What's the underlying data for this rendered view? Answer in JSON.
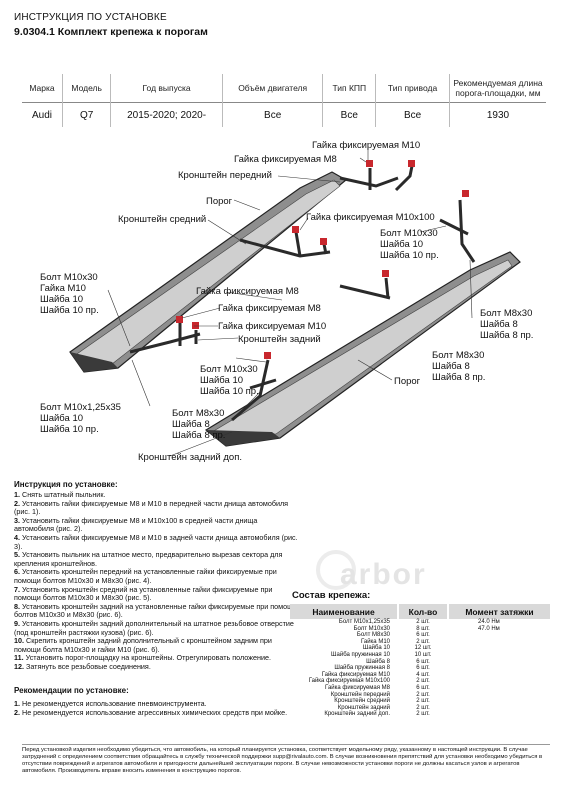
{
  "header": {
    "title": "ИНСТРУКЦИЯ ПО УСТАНОВКЕ",
    "subtitle": "9.0304.1 Комплект крепежа к порогам"
  },
  "spec_table": {
    "headers": [
      "Марка",
      "Модель",
      "Год выпуска",
      "Объём двигателя",
      "Тип КПП",
      "Тип привода",
      "Рекомендуемая длина порога-площадки, мм"
    ],
    "row": [
      "Audi",
      "Q7",
      "2015-2020; 2020-",
      "Все",
      "Все",
      "Все",
      "1930"
    ]
  },
  "diagram_labels": {
    "nut_m10_top": "Гайка фиксируемая М10",
    "nut_m8_top": "Гайка фиксируемая М8",
    "bracket_front": "Кронштейн передний",
    "sill_top": "Порог",
    "bracket_middle": "Кронштейн средний",
    "nut_m10x100": "Гайка фиксируемая М10х100",
    "bolt_m10x30_right_1": "Болт М10х30",
    "bolt_m10x30_right_2": "Шайба 10",
    "bolt_m10x30_right_3": "Шайба 10 пр.",
    "bolt_left_1": "Болт М10х30",
    "bolt_left_2": "Гайка М10",
    "bolt_left_3": "Шайба 10",
    "bolt_left_4": "Шайба 10 пр.",
    "nut_m8_mid1": "Гайка фиксируемая М8",
    "nut_m8_mid2": "Гайка фиксируемая М8",
    "nut_m10_mid": "Гайка фиксируемая М10",
    "bracket_rear": "Кронштейн задний",
    "bolt_m8x30_right_1": "Болт М8х30",
    "bolt_m8x30_right_2": "Шайба 8",
    "bolt_m8x30_right_3": "Шайба 8 пр.",
    "bolt_m8x30_mid_1": "Болт М8х30",
    "bolt_m8x30_mid_2": "Шайба 8",
    "bolt_m8x30_mid_3": "Шайба 8 пр.",
    "bolt_m10x30_center_1": "Болт М10х30",
    "bolt_m10x30_center_2": "Шайба 10",
    "bolt_m10x30_center_3": "Шайба 10 пр.",
    "sill_bottom": "Порог",
    "bolt_m10x125_1": "Болт М10х1,25х35",
    "bolt_m10x125_2": "Шайба 10",
    "bolt_m10x125_3": "Шайба 10 пр.",
    "bolt_m8x30_low_1": "Болт М8х30",
    "bolt_m8x30_low_2": "Шайба 8",
    "bolt_m8x30_low_3": "Шайба 8 пр.",
    "bracket_rear_add": "Кронштейн задний доп."
  },
  "instructions": {
    "title": "Инструкция по установке:",
    "steps": [
      {
        "n": "1.",
        "t": " Снять штатный пыльник."
      },
      {
        "n": "2.",
        "t": " Установить гайки фиксируемые М8 и М10 в передней части днища автомобиля (рис. 1)."
      },
      {
        "n": "3.",
        "t": " Установить гайки фиксируемые М8 и М10х100 в средней части днища автомобиля (рис. 2)."
      },
      {
        "n": "4.",
        "t": " Установить гайки фиксируемые М8 и М10 в задней части днища автомобиля (рис. 3)."
      },
      {
        "n": "5.",
        "t": " Установить пыльник на штатное место, предварительно вырезав сектора для крепления кронштейнов."
      },
      {
        "n": "6.",
        "t": " Установить кронштейн передний на установленные гайки фиксируемые при помощи болтов М10х30 и М8х30 (рис. 4)."
      },
      {
        "n": "7.",
        "t": " Установить кронштейн средний на установленные гайки фиксируемые при помощи болтов М10х30 и М8х30 (рис. 5)."
      },
      {
        "n": "8.",
        "t": " Установить кронштейн задний на установленные гайки фиксируемые при помощи болтов М10х30 и М8х30 (рис. 6)."
      },
      {
        "n": "9.",
        "t": " Установить кронштейн задний дополнительный на штатное резьбовое отверстие (под кронштейн растяжки кузова) (рис. 6)."
      },
      {
        "n": "10.",
        "t": " Скрепить кронштейн задний дополнительный с кронштейном задним при помощи болта М10х30 и гайки М10 (рис. 6)."
      },
      {
        "n": "11.",
        "t": " Установить порог-площадку на кронштейны. Отрегулировать положение."
      },
      {
        "n": "12.",
        "t": " Затянуть все резьбовые соединения."
      }
    ]
  },
  "recommendations": {
    "title": "Рекомендации по установке:",
    "items": [
      {
        "n": "1.",
        "t": " Не рекомендуется использование пневмоинструмента."
      },
      {
        "n": "2.",
        "t": " Не рекомендуется использование агрессивных химических средств при мойке."
      }
    ]
  },
  "composition": {
    "title": "Состав крепежа:",
    "headers": [
      "Наименование",
      "Кол-во",
      "Момент затяжки"
    ],
    "rows": [
      [
        "Болт М10х1,25х35",
        "2 шт.",
        "24.0 Нм"
      ],
      [
        "Болт М10х30",
        "8 шт.",
        "47.0 Нм"
      ],
      [
        "Болт М8х30",
        "6 шт.",
        ""
      ],
      [
        "Гайка М10",
        "2 шт.",
        ""
      ],
      [
        "Шайба 10",
        "12 шт.",
        ""
      ],
      [
        "Шайба пружинная 10",
        "10 шт.",
        ""
      ],
      [
        "Шайба 8",
        "6 шт.",
        ""
      ],
      [
        "Шайба пружинная 8",
        "6 шт.",
        ""
      ],
      [
        "Гайка фиксируемая М10",
        "4 шт.",
        ""
      ],
      [
        "Гайка фиксируемая М10х100",
        "2 шт.",
        ""
      ],
      [
        "Гайка фиксируемая М8",
        "6 шт.",
        ""
      ],
      [
        "Кронштейн передний",
        "2 шт.",
        ""
      ],
      [
        "Кронштейн средний",
        "2 шт.",
        ""
      ],
      [
        "Кронштейн задний",
        "2 шт.",
        ""
      ],
      [
        "Кронштейн задний доп.",
        "2 шт.",
        ""
      ]
    ]
  },
  "watermark": "arbor",
  "footer": "Перед установкой изделия необходимо убедиться, что автомобиль, на который планируется установка, соответствует модельному ряду, указанному в настоящей инструкции. В случае затруднений с определением соответствия обращайтесь в службу технической поддержки supp@rivalauto.com. В случае возникновения препятствий для установки необходимо убедиться в отсутствии повреждений и агрегатов автомобиля и пригодности дальнейшей эксплуатации пороги. В случае невозможности установки пороги не должны касаться узлов и агрегатов автомобиля. Производитель вправе вносить изменения в конструкцию порогов.",
  "colors": {
    "accent_red": "#c8272d",
    "metal_dark": "#2a2a2a",
    "metal_light": "#9a9a9a"
  }
}
